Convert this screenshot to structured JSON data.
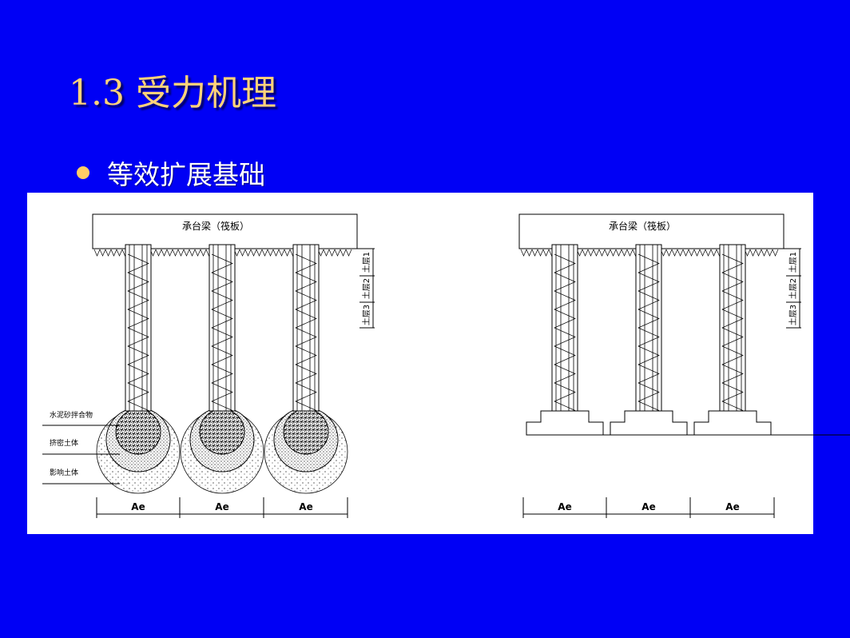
{
  "slide": {
    "title": "1.3 受力机理",
    "bullet": "等效扩展基础"
  },
  "diagram": {
    "cap_label": "承台梁（筏板）",
    "soil_layers": [
      "土层1",
      "土层2",
      "土层3"
    ],
    "legend": [
      "水泥砂拌合物",
      "挤密土体",
      "影响土体"
    ],
    "span_label": "Ae",
    "colors": {
      "background": "#0000f5",
      "title": "#ffd27a",
      "panel": "#ffffff"
    }
  }
}
